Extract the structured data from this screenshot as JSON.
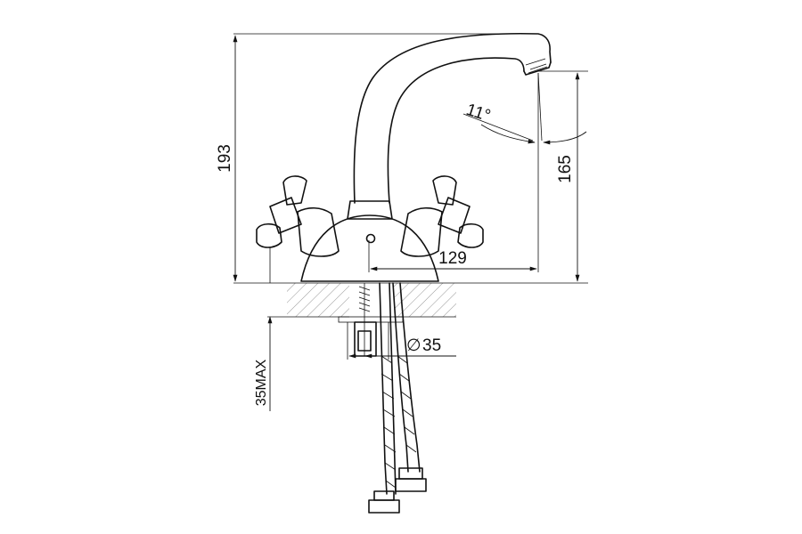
{
  "dimensions": {
    "overall_height": "193",
    "spout_height": "165",
    "spout_reach": "129",
    "hole_diameter": "35",
    "diameter_symbol": "∅",
    "max_thickness": "35MAX",
    "spout_angle": "11°"
  }
}
